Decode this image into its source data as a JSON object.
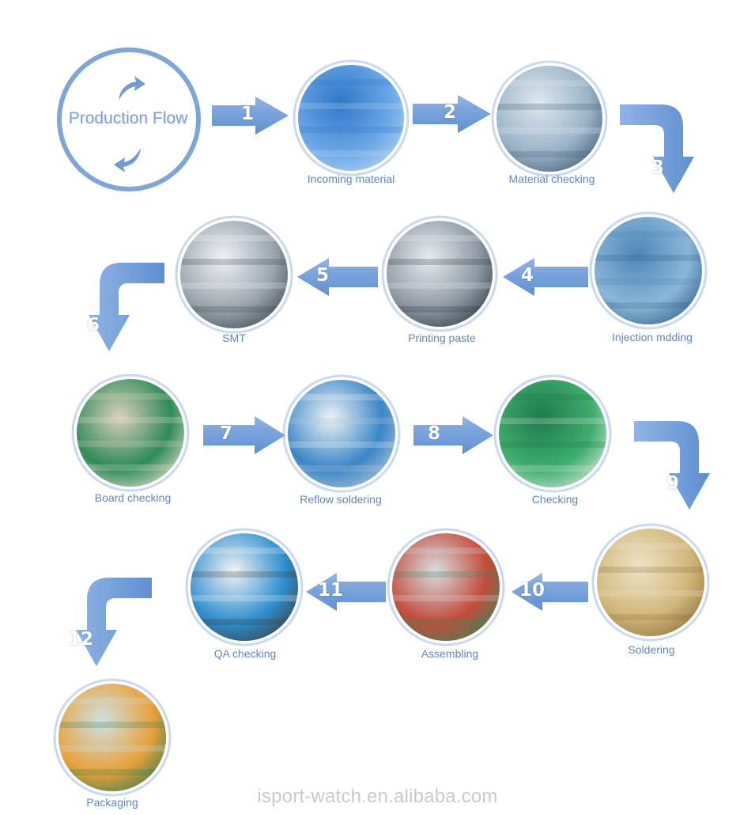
{
  "hub": {
    "title": "Production Flow"
  },
  "steps": [
    {
      "number": "1",
      "label": "Incoming material",
      "photo_icon": "warehouse-shelves-icon"
    },
    {
      "number": "2",
      "label": "Material checking",
      "photo_icon": "inspection-hands-icon"
    },
    {
      "number": "3",
      "label": "Injection mdding",
      "photo_icon": "injection-machine-icon"
    },
    {
      "number": "4",
      "label": "Printing paste",
      "photo_icon": "paste-printer-icon"
    },
    {
      "number": "5",
      "label": "SMT",
      "photo_icon": "smt-machine-icon"
    },
    {
      "number": "6",
      "label": "Board checking",
      "photo_icon": "board-inspection-icon"
    },
    {
      "number": "7",
      "label": "Reflow soldering",
      "photo_icon": "reflow-oven-icon"
    },
    {
      "number": "8",
      "label": "Checking",
      "photo_icon": "pcb-board-icon"
    },
    {
      "number": "9",
      "label": "Soldering",
      "photo_icon": "soldering-icon"
    },
    {
      "number": "10",
      "label": "Assembling",
      "photo_icon": "assembly-line-icon"
    },
    {
      "number": "11",
      "label": "QA checking",
      "photo_icon": "qa-desk-icon"
    },
    {
      "number": "12",
      "label": "Packaging",
      "photo_icon": "packaging-workers-icon"
    }
  ],
  "footer": {
    "watermark": "isport-watch.en.alibaba.com"
  },
  "colors": {
    "accent": "#7b9fd3",
    "arrow": "#6f9ad6",
    "label": "#5f86bf",
    "ring": "#c9d8ee"
  }
}
